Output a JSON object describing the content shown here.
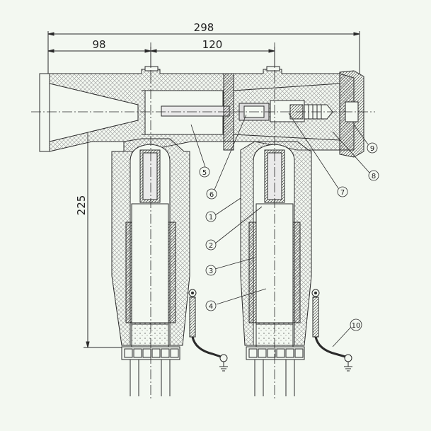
{
  "dimensions": {
    "overall_width": "298",
    "left_offset": "98",
    "center_spacing": "120",
    "height": "225"
  },
  "callouts": [
    {
      "number": "1"
    },
    {
      "number": "2"
    },
    {
      "number": "3"
    },
    {
      "number": "4"
    },
    {
      "number": "5"
    },
    {
      "number": "6"
    },
    {
      "number": "7"
    },
    {
      "number": "8"
    },
    {
      "number": "9"
    },
    {
      "number": "10"
    }
  ],
  "colors": {
    "background": "#f3f8f1",
    "line": "#2a2a2a",
    "hatch": "#8a8a8a",
    "conductor": "#555555"
  }
}
